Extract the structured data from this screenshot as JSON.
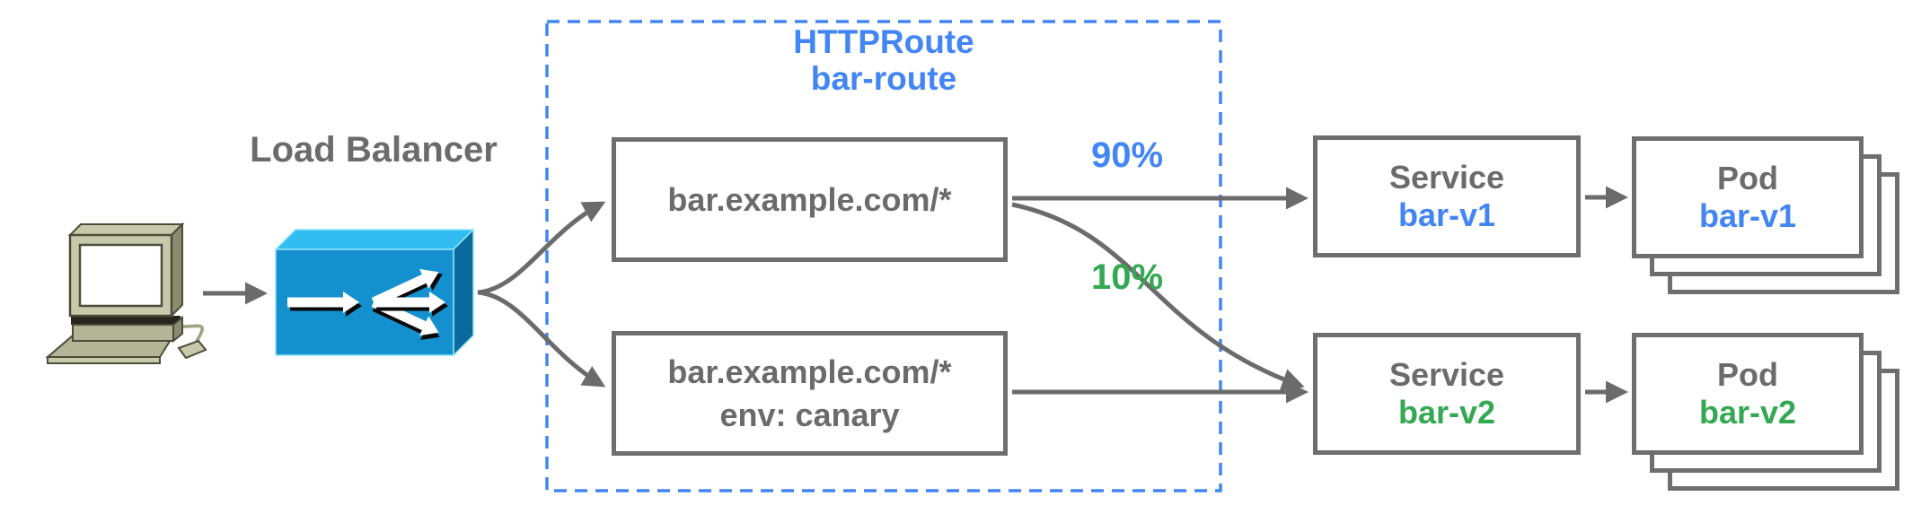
{
  "colors": {
    "blue": "#4285f4",
    "green": "#34a853",
    "gray": "#6b6b6b",
    "border": "#6e6e6e",
    "arrow": "#6b6b6b",
    "lb_top": "#31bdef",
    "lb_front": "#1590ce",
    "lb_side": "#0b6a9d",
    "lb_edge": "#8fe3fc",
    "pc_light": "#c8c8aa",
    "pc_mid": "#b4b496",
    "pc_dark": "#8b8b70",
    "pc_line": "#4c4c3a"
  },
  "client": {
    "icon": "desktop-computer"
  },
  "load_balancer": {
    "label": "Load Balancer",
    "icon": "load-balancer"
  },
  "httproute": {
    "title_line1": "HTTPRoute",
    "title_line2": "bar-route",
    "rule_host": {
      "line1": "bar.example.com/*"
    },
    "rule_canary": {
      "line1": "bar.example.com/*",
      "line2": "env: canary"
    }
  },
  "weights": {
    "v1": "90%",
    "v2": "10%"
  },
  "service_v1": {
    "kind": "Service",
    "name": "bar-v1"
  },
  "service_v2": {
    "kind": "Service",
    "name": "bar-v2"
  },
  "pod_v1": {
    "kind": "Pod",
    "name": "bar-v1"
  },
  "pod_v2": {
    "kind": "Pod",
    "name": "bar-v2"
  }
}
